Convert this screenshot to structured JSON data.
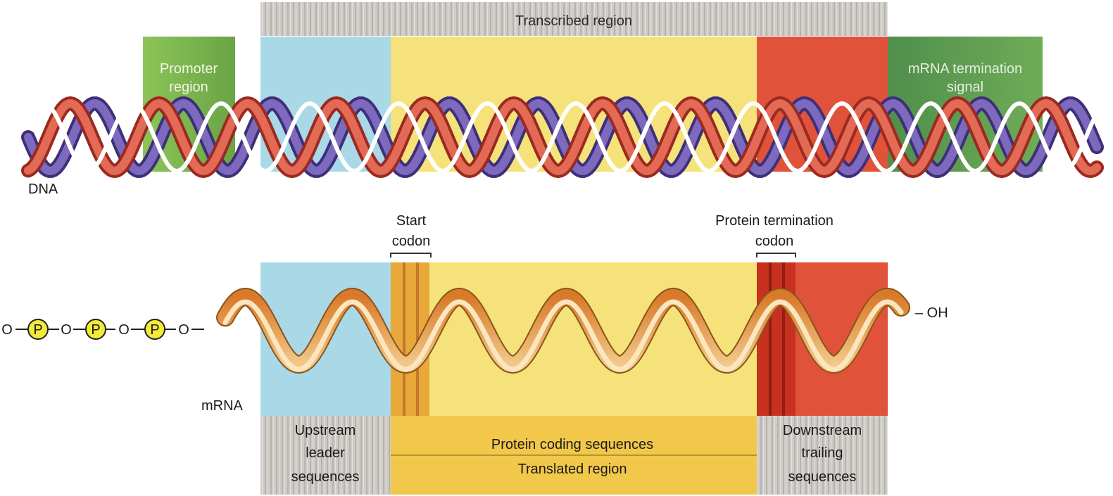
{
  "labels": {
    "transcribed_region": "Transcribed region",
    "promoter_line1": "Promoter",
    "promoter_line2": "region",
    "mrna_term_line1": "mRNA termination",
    "mrna_term_line2": "signal",
    "dna": "DNA",
    "start_line1": "Start",
    "start_line2": "codon",
    "prot_term_line1": "Protein termination",
    "prot_term_line2": "codon",
    "mrna": "mRNA",
    "upstream_line1": "Upstream",
    "upstream_line2": "leader",
    "upstream_line3": "sequences",
    "coding": "Protein coding sequences",
    "translated": "Translated region",
    "downstream_line1": "Downstream",
    "downstream_line2": "trailing",
    "downstream_line3": "sequences",
    "five_prime_chain": [
      "O",
      "P",
      "O",
      "P",
      "O",
      "P",
      "O"
    ],
    "three_prime_end": "– OH"
  },
  "colors": {
    "blue_region": "#a9d8e6",
    "yellow_region": "#f6e27a",
    "red_region": "#e0523a",
    "green_region": "#5f9a4c",
    "green_promoter": "#7fb84a",
    "gray_bar": "#c9c6c2",
    "helix_purple": "#6a55a8",
    "helix_red": "#d8483a",
    "ribbon_orange": "#e0903a",
    "phosphate_yellow": "#f3ea3a"
  }
}
